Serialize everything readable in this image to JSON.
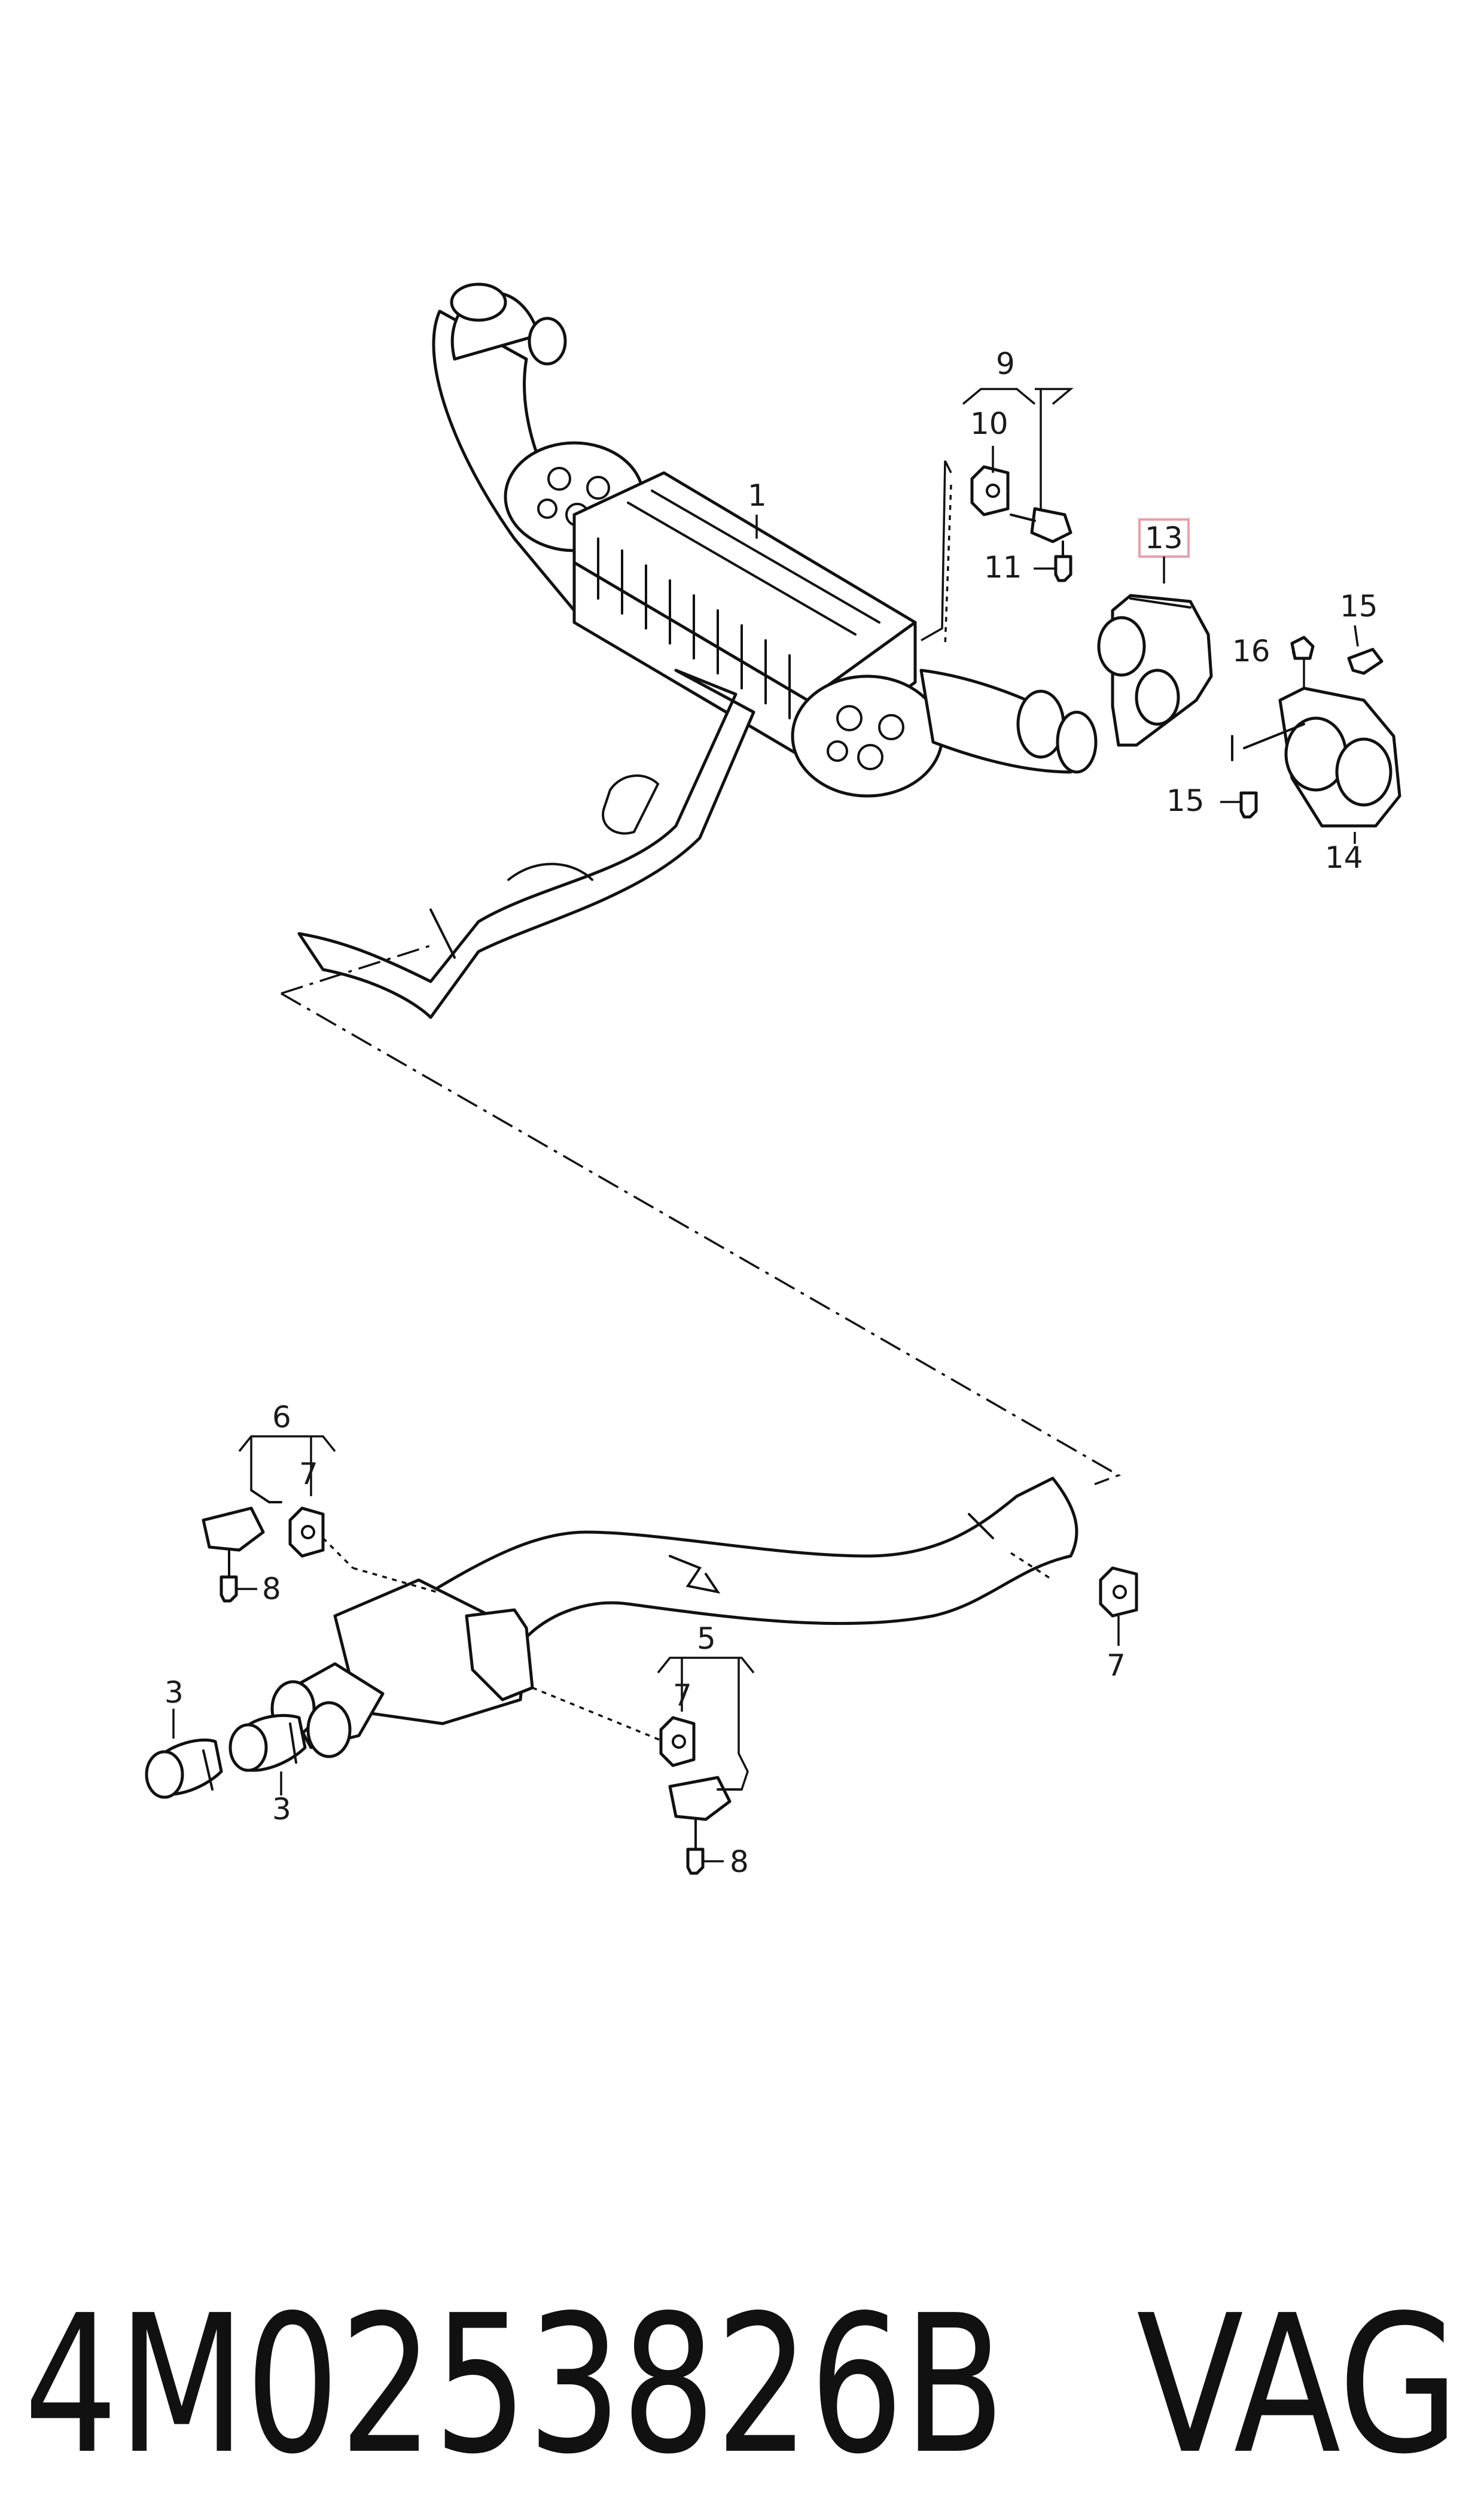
{
  "diagram": {
    "callouts": {
      "c1": "1",
      "c9": "9",
      "c10": "10",
      "c11": "11",
      "c13": "13",
      "c15a": "15",
      "c16": "16",
      "c15b": "15",
      "c14": "14",
      "c6": "6",
      "c7a": "7",
      "c8a": "8",
      "c7b": "7",
      "c5": "5",
      "c7c": "7",
      "c8b": "8",
      "c3a": "3",
      "c3b": "3"
    },
    "highlight_color": "#e8a0a8"
  },
  "footer": {
    "part_number": "4M0253826B",
    "brand": "VAG"
  }
}
